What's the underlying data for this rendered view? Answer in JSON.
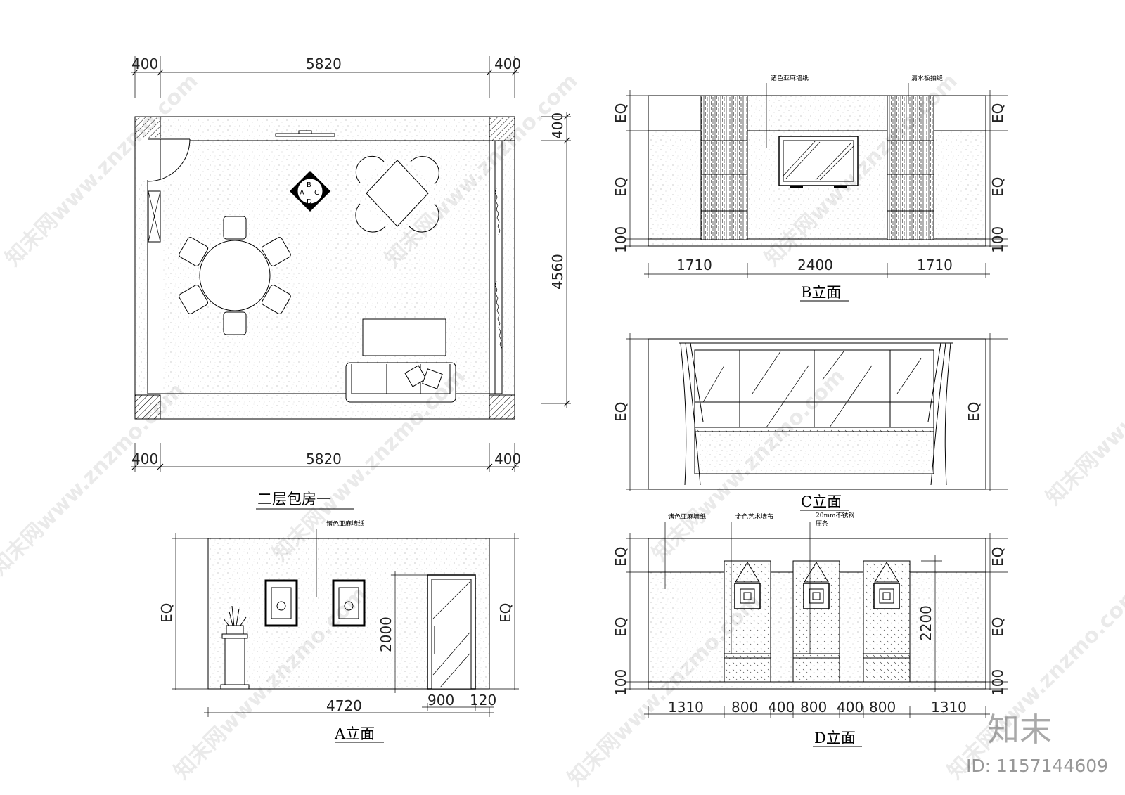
{
  "plan": {
    "title": "二层包房一",
    "dims_top": [
      "400",
      "5820",
      "400"
    ],
    "dims_bottom": [
      "400",
      "5820",
      "400"
    ],
    "dim_right_small": "400",
    "dim_right": "4560",
    "legend_letters": [
      "B",
      "A",
      "C",
      "D"
    ]
  },
  "elev_b": {
    "title": "B立面",
    "note_left": "诸色亚麻墙纸",
    "note_right": "清水板拍缝",
    "dims": [
      "1710",
      "2400",
      "1710"
    ],
    "side_left": [
      "EQ",
      "EQ",
      "100"
    ],
    "side_right": [
      "EQ",
      "EQ",
      "100"
    ]
  },
  "elev_c": {
    "title": "C立面",
    "side_left": "EQ",
    "side_right": "EQ"
  },
  "elev_a": {
    "title": "A立面",
    "note": "诸色亚麻墙纸",
    "dim_total": "4720",
    "dim_door": "900",
    "dim_frame": "120",
    "dim_height": "2000",
    "side_left": "EQ",
    "side_right": "EQ"
  },
  "elev_d": {
    "title": "D立面",
    "note_1": "诸色亚麻墙纸",
    "note_2": "金色艺术墙布",
    "note_3a": "20mm不锈钢",
    "note_3b": "压条",
    "dims": [
      "1310",
      "800",
      "400",
      "800",
      "400",
      "800",
      "1310"
    ],
    "dim_height": "2200",
    "side_left": [
      "EQ",
      "EQ",
      "100"
    ],
    "side_right": [
      "EQ",
      "EQ",
      "100"
    ]
  },
  "watermark": {
    "brand": "知末",
    "id": "ID: 1157144609",
    "text": "知末网www.znzmo.com"
  }
}
